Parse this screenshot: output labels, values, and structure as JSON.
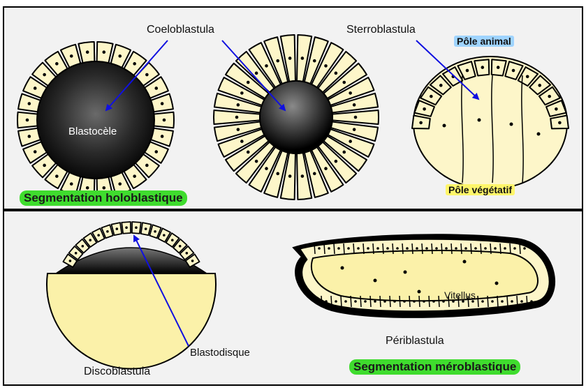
{
  "labels": {
    "coeloblastula": "Coeloblastula",
    "sterroblastula": "Sterroblastula",
    "pole_animal": "Pôle animal",
    "blastocele": "Blastocèle",
    "pole_vegetatif": "Pôle végétatif",
    "holoblastique": "Segmentation holoblastique",
    "blastodisque": "Blastodisque",
    "discoblastula": "Discoblastula",
    "vitellus": "Vitellus",
    "periblastula": "Périblastula",
    "meroblastique": "Segmentation méroblastique"
  },
  "colors": {
    "panel_bg": "#f2f2f2",
    "cell_fill": "#fdf6c9",
    "yolk_fill": "#fbf1a9",
    "arrow": "#1010e0",
    "highlight_green": "#3fdc2e",
    "highlight_yellow": "#fff66a",
    "highlight_blue": "#9fd4ff"
  }
}
